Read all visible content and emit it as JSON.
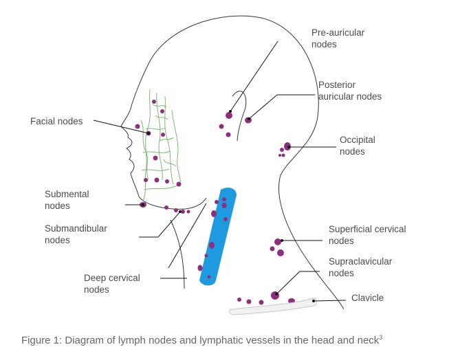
{
  "labels": {
    "pre_auricular": [
      "Pre-auricular",
      "nodes"
    ],
    "posterior_auricular": [
      "Posterior",
      "auricular nodes"
    ],
    "occipital": [
      "Occipital",
      "nodes"
    ],
    "facial": [
      "Facial nodes"
    ],
    "submental": [
      "Submental",
      "nodes"
    ],
    "submandibular": [
      "Submandibular",
      "nodes"
    ],
    "superficial_cervical": [
      "Superficial cervical",
      "nodes"
    ],
    "supraclavicular": [
      "Supraclavicular",
      "nodes"
    ],
    "deep_cervical": [
      "Deep cervical",
      "nodes"
    ],
    "clavicle": [
      "Clavicle"
    ]
  },
  "caption": {
    "text": "Figure 1: Diagram of lymph nodes and lymphatic vessels in the head and neck",
    "superscript": "3"
  },
  "colors": {
    "node": "#8e2f7e",
    "vessel": "#79b96f",
    "jugular_vein": "#1e9be0",
    "outline": "#333333",
    "label": "#4a4a4a"
  }
}
